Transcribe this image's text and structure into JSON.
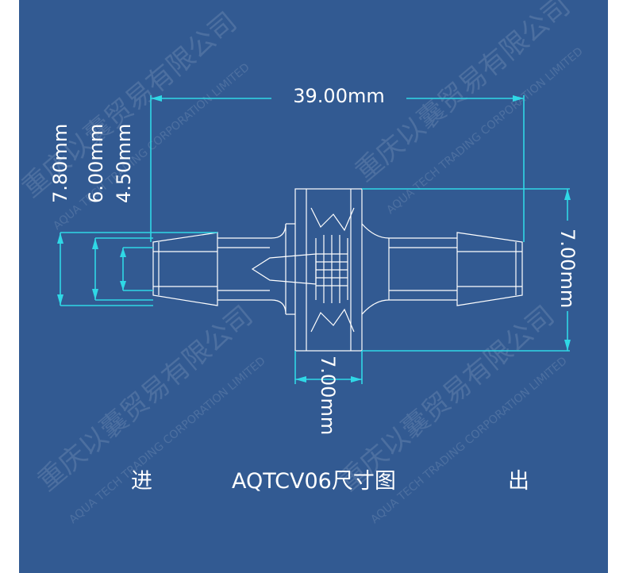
{
  "diagram": {
    "dimensions": {
      "total_length": "39.00mm",
      "outer_diameter_barb": "7.80mm",
      "mid_diameter_barb": "6.00mm",
      "inner_diameter_barb": "4.50mm",
      "body_diameter": "7.00mm",
      "body_width": "7.00mm"
    },
    "captions": {
      "inlet": "进",
      "title": "AQTCV06尺寸图",
      "outlet": "出"
    },
    "watermark": {
      "chinese": "重庆以囊贸易有限公司",
      "english": "AQUA TECH TRADING CORPORATION LIMITED"
    },
    "colors": {
      "background": "#325a92",
      "dimension_line": "#2fd8e6",
      "part_outline": "#ffffff",
      "frame": "#ffffff"
    }
  }
}
